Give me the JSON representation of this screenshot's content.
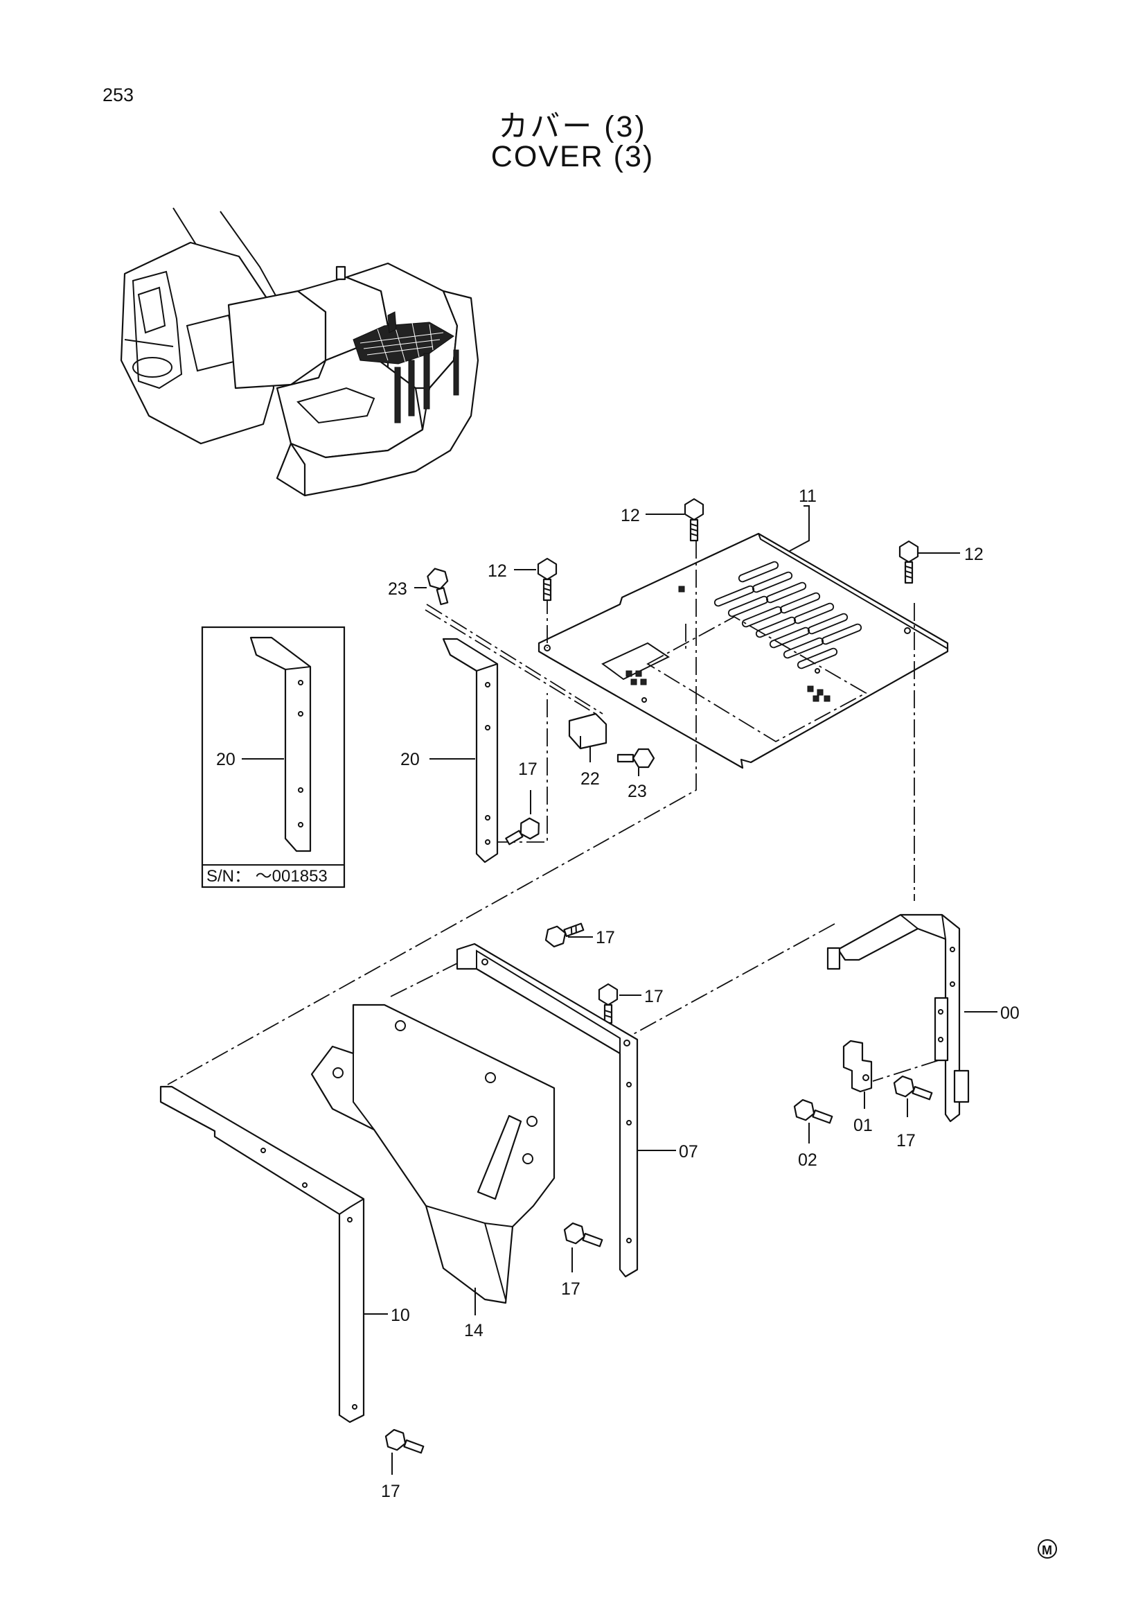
{
  "page_number": "253",
  "title_jp": "カバー (3)",
  "title_en": "COVER (3)",
  "inset_note": "S/N： ～001853",
  "mark": "M",
  "callouts": {
    "c11": "11",
    "c12a": "12",
    "c12b": "12",
    "c12c": "12",
    "c23a": "23",
    "c23b": "23",
    "c20a": "20",
    "c20b": "20",
    "c22": "22",
    "c17a": "17",
    "c17b": "17",
    "c17c": "17",
    "c17d": "17",
    "c17e": "17",
    "c17f": "17",
    "c00": "00",
    "c01": "01",
    "c02": "02",
    "c07": "07",
    "c10": "10",
    "c14": "14"
  }
}
